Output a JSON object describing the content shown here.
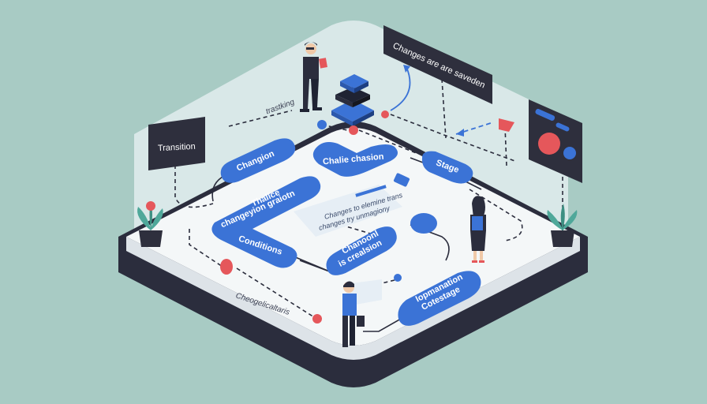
{
  "labels": {
    "transition_tag": "Transition",
    "changes_banner": "Changes are are saveden",
    "tracking_caption": "trastking",
    "changon_pill": "Changion",
    "chalie_pill": "Chalie chasion",
    "stage_pill": "Stage",
    "conditions_pill": "Conditions",
    "conditions_pill_line1": "Thalice",
    "conditions_pill_line2": "changeyion graiotn",
    "note_line1": "Changes to elemine trans",
    "note_line2": "changes try unmagiony",
    "channel_pill_line1": "Chanoonl",
    "channel_pill_line2": "is crealsion",
    "implementation_pill_line1": "Iopmanation",
    "implementation_pill_line2": "Cotestage",
    "bottom_caption": "Cheogelicaltaris"
  },
  "colors": {
    "background": "#a8cbc4",
    "platform": "#f4f7f8",
    "platform_edge": "#2b2d3d",
    "pill_blue": "#3b73d6",
    "tag_dark": "#2e2f3d",
    "accent_red": "#e5575b",
    "dashed_line": "#2b2d3d"
  }
}
